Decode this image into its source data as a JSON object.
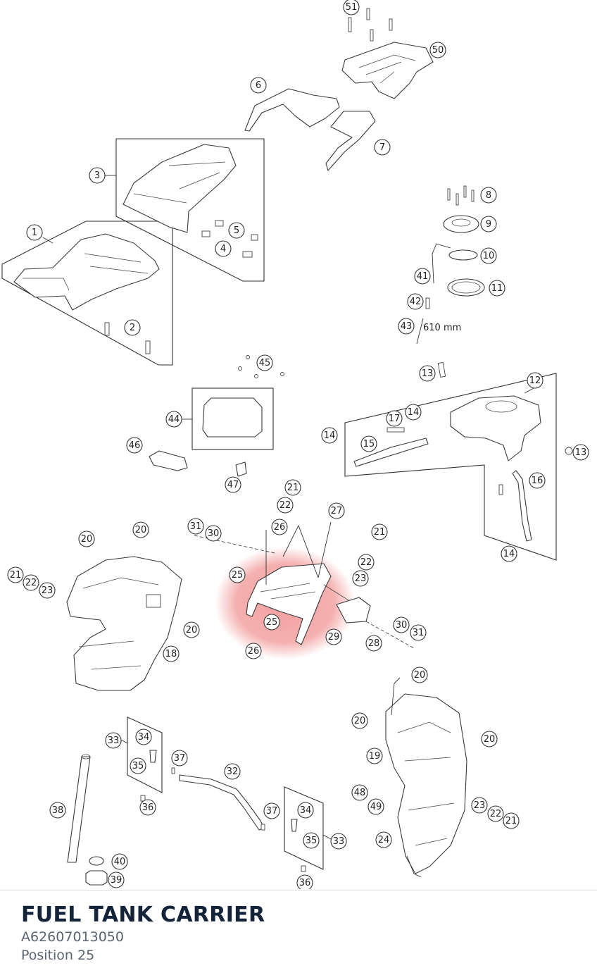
{
  "diagram": {
    "highlight_color": "#e85050",
    "dimension_label": "610 mm",
    "callouts": [
      {
        "label": "51"
      },
      {
        "label": "50"
      },
      {
        "label": "6"
      },
      {
        "label": "7"
      },
      {
        "label": "3"
      },
      {
        "label": "5"
      },
      {
        "label": "4"
      },
      {
        "label": "1"
      },
      {
        "label": "2"
      },
      {
        "label": "8"
      },
      {
        "label": "9"
      },
      {
        "label": "10"
      },
      {
        "label": "41"
      },
      {
        "label": "11"
      },
      {
        "label": "42"
      },
      {
        "label": "43"
      },
      {
        "label": "45"
      },
      {
        "label": "13"
      },
      {
        "label": "12"
      },
      {
        "label": "44"
      },
      {
        "label": "17"
      },
      {
        "label": "14"
      },
      {
        "label": "14"
      },
      {
        "label": "15"
      },
      {
        "label": "46"
      },
      {
        "label": "13"
      },
      {
        "label": "47"
      },
      {
        "label": "16"
      },
      {
        "label": "21"
      },
      {
        "label": "22"
      },
      {
        "label": "27"
      },
      {
        "label": "31"
      },
      {
        "label": "30"
      },
      {
        "label": "26"
      },
      {
        "label": "21"
      },
      {
        "label": "20"
      },
      {
        "label": "20"
      },
      {
        "label": "14"
      },
      {
        "label": "22"
      },
      {
        "label": "21"
      },
      {
        "label": "22"
      },
      {
        "label": "23"
      },
      {
        "label": "25"
      },
      {
        "label": "23"
      },
      {
        "label": "25"
      },
      {
        "label": "20"
      },
      {
        "label": "30"
      },
      {
        "label": "31"
      },
      {
        "label": "29"
      },
      {
        "label": "28"
      },
      {
        "label": "18"
      },
      {
        "label": "26"
      },
      {
        "label": "20"
      },
      {
        "label": "20"
      },
      {
        "label": "20"
      },
      {
        "label": "33"
      },
      {
        "label": "34"
      },
      {
        "label": "19"
      },
      {
        "label": "37"
      },
      {
        "label": "35"
      },
      {
        "label": "32"
      },
      {
        "label": "36"
      },
      {
        "label": "48"
      },
      {
        "label": "49"
      },
      {
        "label": "38"
      },
      {
        "label": "37"
      },
      {
        "label": "34"
      },
      {
        "label": "23"
      },
      {
        "label": "22"
      },
      {
        "label": "21"
      },
      {
        "label": "35"
      },
      {
        "label": "33"
      },
      {
        "label": "24"
      },
      {
        "label": "40"
      },
      {
        "label": "39"
      },
      {
        "label": "36"
      }
    ]
  },
  "footer": {
    "title": "FUEL TANK CARRIER",
    "part_number": "A62607013050",
    "position": "Position 25"
  }
}
